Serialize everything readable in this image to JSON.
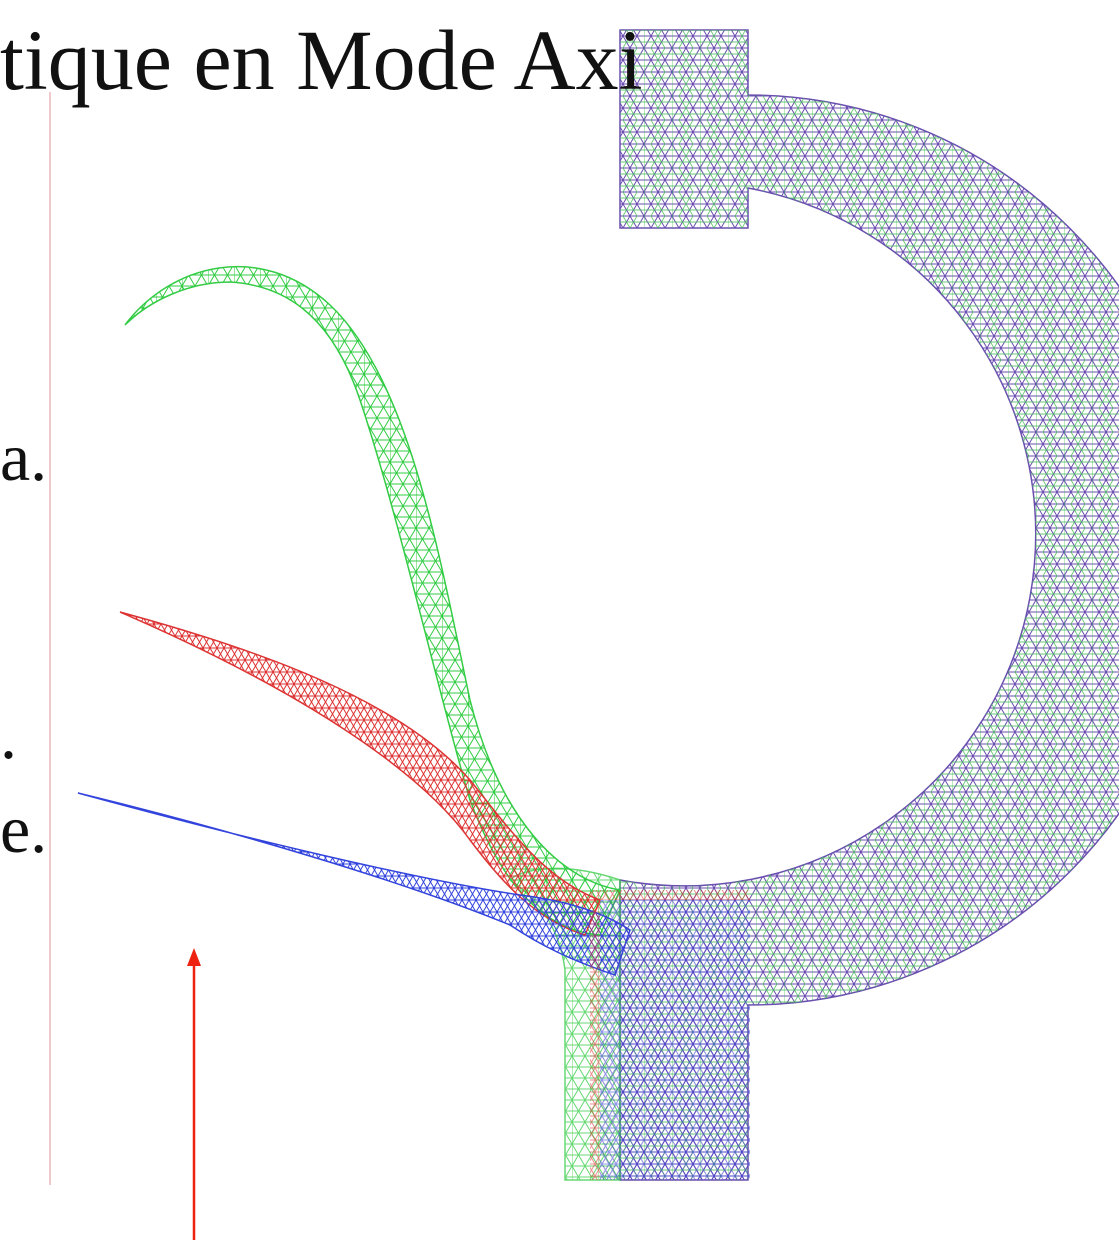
{
  "slide": {
    "title": "tique en Mode Axi",
    "text_fragments": [
      "a.",
      ".",
      "e."
    ]
  },
  "diagram": {
    "meshes": [
      {
        "name": "green-deformed-mesh",
        "color": "#33cc44"
      },
      {
        "name": "red-deformed-mesh",
        "color": "#dd3333"
      },
      {
        "name": "blue-deformed-mesh",
        "color": "#3344dd"
      },
      {
        "name": "purple-reference-mesh",
        "color": "#7744aa"
      }
    ],
    "arrow_color": "#ee2211",
    "rule_color": "#f0caca"
  }
}
